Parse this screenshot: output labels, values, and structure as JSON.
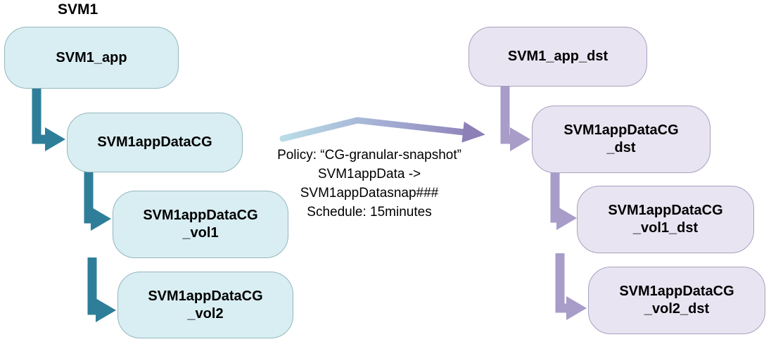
{
  "diagram": {
    "source_cluster_label": "SVM1",
    "source_nodes": [
      {
        "lines": [
          "SVM1_app"
        ]
      },
      {
        "lines": [
          "SVM1appDataCG"
        ]
      },
      {
        "lines": [
          "SVM1appDataCG",
          "_vol1"
        ]
      },
      {
        "lines": [
          "SVM1appDataCG",
          "_vol2"
        ]
      }
    ],
    "destination_nodes": [
      {
        "lines": [
          "SVM1_app_dst"
        ]
      },
      {
        "lines": [
          "SVM1appDataCG",
          "_dst"
        ]
      },
      {
        "lines": [
          "SVM1appDataCG",
          "_vol1_dst"
        ]
      },
      {
        "lines": [
          "SVM1appDataCG",
          "_vol2_dst"
        ]
      }
    ],
    "policy_annotation": {
      "line1": "Policy: “CG-granular-snapshot”",
      "line2": "SVM1appData ->",
      "line3": "SVM1appDatasnap###",
      "line4": "Schedule: 15minutes"
    }
  },
  "colors": {
    "source_fill": "#D9EEF2",
    "source_border": "#93B7BE",
    "source_arrow": "#2E7E99",
    "destination_fill": "#E9E4F1",
    "destination_border": "#A8A0BF",
    "destination_arrow": "#A89CC8",
    "flow_start": "#B9DCE7",
    "flow_mid": "#A4AFD4",
    "flow_end": "#8D80B7"
  }
}
